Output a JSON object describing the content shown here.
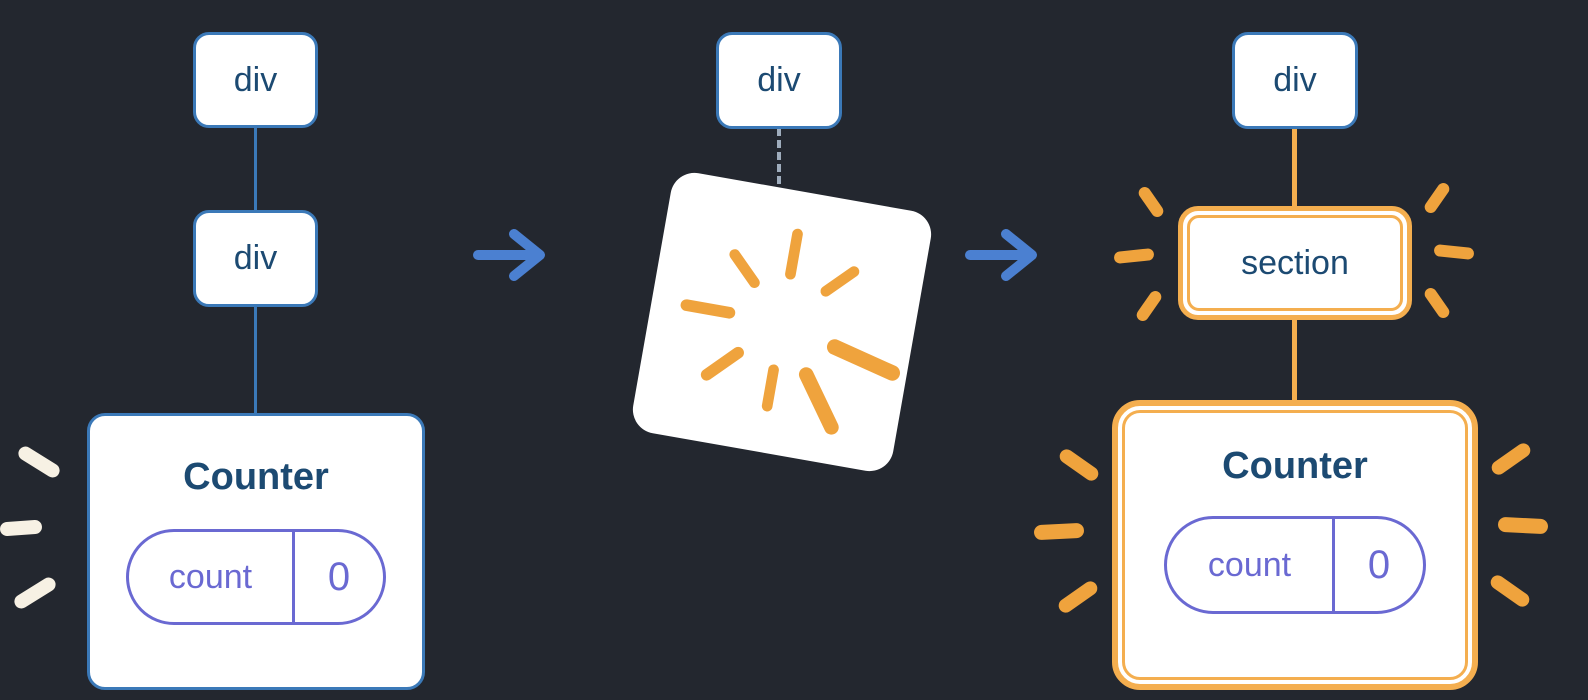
{
  "colors": {
    "background": "#23272f",
    "tree_blue": "#3b79b8",
    "arrow_blue": "#4b80d1",
    "label_navy": "#1c4a72",
    "highlight_orange": "#f4ae4f",
    "sparkle_orange": "#efa33d",
    "state_purple": "#6a69d2",
    "dashed_gray": "#9fadbd",
    "sparkle_cream": "#f7f1e4"
  },
  "before": {
    "root": "div",
    "child": "div",
    "counter": {
      "title": "Counter",
      "key": "count",
      "value": "0"
    }
  },
  "poof": {
    "root": "div"
  },
  "after": {
    "root": "div",
    "section": "section",
    "counter": {
      "title": "Counter",
      "key": "count",
      "value": "0"
    }
  }
}
